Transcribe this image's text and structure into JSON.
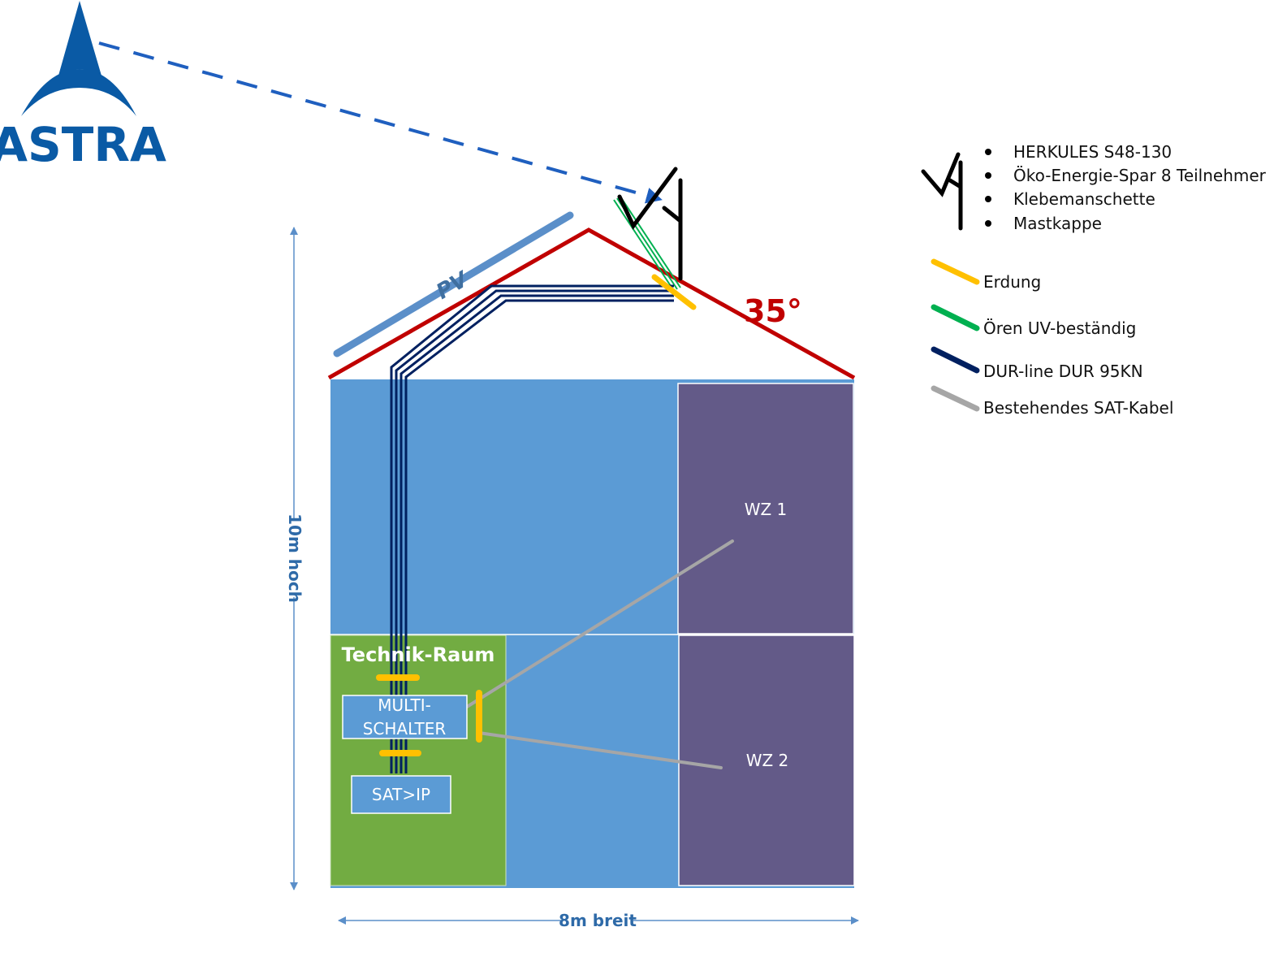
{
  "logo": {
    "text": "ASTRA",
    "color": "#0a5aa5"
  },
  "roof": {
    "pv_label": "PV",
    "angle_label": "35°",
    "color": "#c00000"
  },
  "rooms": {
    "technik": "Technik-Raum",
    "multischalter_line1": "MULTI-",
    "multischalter_line2": "SCHALTER",
    "satip": "SAT>IP",
    "wz1": "WZ 1",
    "wz2": "WZ 2"
  },
  "dimensions": {
    "height": "10m hoch",
    "width": "8m breit"
  },
  "legend": {
    "components": [
      "HERKULES S48-130",
      "Öko-Energie-Spar 8 Teilnehmer",
      "Klebemanschette",
      "Mastkappe"
    ],
    "lines": [
      {
        "label": "Erdung",
        "color": "#ffc000"
      },
      {
        "label": "Ören UV-beständig",
        "color": "#00b050"
      },
      {
        "label": "DUR-line DUR 95KN",
        "color": "#002060"
      },
      {
        "label": "Bestehendes SAT-Kabel",
        "color": "#a6a6a6"
      }
    ]
  },
  "colors": {
    "house": "#5b9bd5",
    "living": "#635a88",
    "technik": "#72ac42",
    "pv": "#5b8fc9"
  }
}
